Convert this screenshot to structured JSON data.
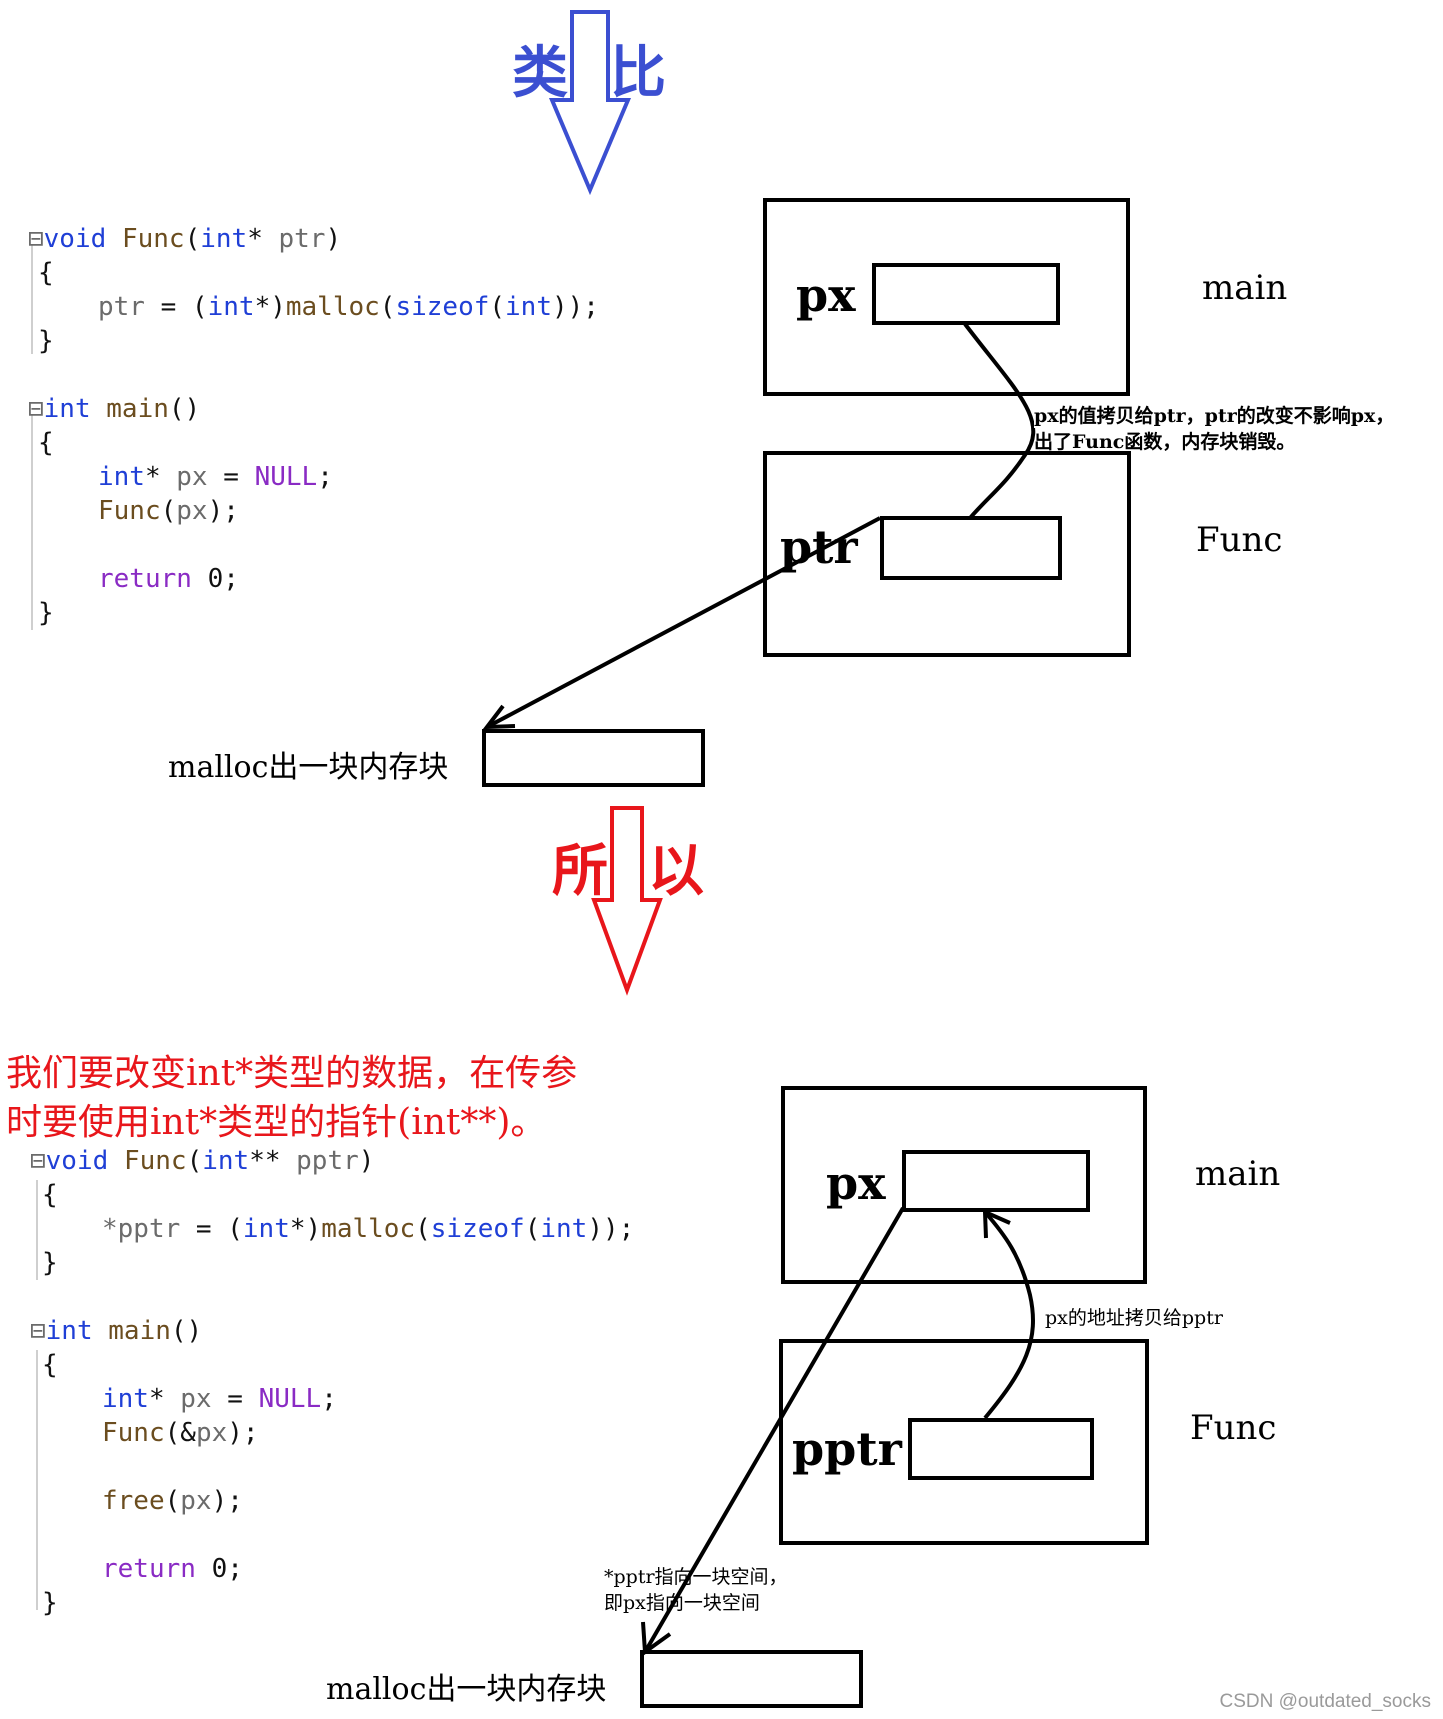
{
  "header": {
    "analogy_char_1": "类",
    "analogy_char_2": "比",
    "therefore_char_1": "所",
    "therefore_char_2": "以"
  },
  "colors": {
    "analogy": "#3b4fd1",
    "therefore": "#e8161b",
    "note": "#e8161b"
  },
  "top": {
    "code": {
      "l1": {
        "kw": "void",
        "fn": "Func",
        "p1": "(",
        "kw2": "int",
        "p2": "* ",
        "id": "ptr",
        "p3": ")"
      },
      "l2": "{",
      "l3": {
        "id": "ptr",
        "p1": " = (",
        "kw": "int",
        "p2": "*)",
        "fn": "malloc",
        "p3": "(",
        "kw2": "sizeof",
        "p4": "(",
        "kw3": "int",
        "p5": "));"
      },
      "l4": "}",
      "l5": {
        "kw": "int",
        "fn": "main",
        "p": "()"
      },
      "l6": "{",
      "l7": {
        "kw": "int",
        "p1": "* ",
        "id": "px",
        "p2": " = ",
        "nu": "NULL",
        "p3": ";"
      },
      "l8": {
        "fn": "Func",
        "p1": "(",
        "id": "px",
        "p2": ");"
      },
      "l9": {
        "ctl": "return",
        "p": " 0;"
      },
      "l10": "}"
    },
    "box_main_var": "px",
    "box_main_label": "main",
    "box_func_var": "ptr",
    "box_func_label": "Func",
    "note_line1": "px的值拷贝给ptr，ptr的改变不影响px，",
    "note_line2": "出了Func函数，内存块销毁。",
    "malloc_label": "malloc出一块内存块"
  },
  "bottom": {
    "explain_line1": "我们要改变int*类型的数据，在传参",
    "explain_line2": "时要使用int*类型的指针(int**)。",
    "code": {
      "l1": {
        "kw": "void",
        "fn": "Func",
        "p1": "(",
        "kw2": "int",
        "p2": "** ",
        "id": "pptr",
        "p3": ")"
      },
      "l2": "{",
      "l3": {
        "id": "*pptr",
        "p1": " = (",
        "kw": "int",
        "p2": "*)",
        "fn": "malloc",
        "p3": "(",
        "kw2": "sizeof",
        "p4": "(",
        "kw3": "int",
        "p5": "));"
      },
      "l4": "}",
      "l5": {
        "kw": "int",
        "fn": "main",
        "p": "()"
      },
      "l6": "{",
      "l7": {
        "kw": "int",
        "p1": "* ",
        "id": "px",
        "p2": " = ",
        "nu": "NULL",
        "p3": ";"
      },
      "l8": {
        "fn": "Func",
        "p1": "(&",
        "id": "px",
        "p2": ");"
      },
      "l9": {
        "fn": "free",
        "p1": "(",
        "id": "px",
        "p2": ");"
      },
      "l10": {
        "ctl": "return",
        "p": " 0;"
      },
      "l11": "}"
    },
    "box_main_var": "px",
    "box_main_label": "main",
    "box_func_var": "pptr",
    "box_func_label": "Func",
    "addr_note": "px的地址拷贝给pptr",
    "point_note_line1": "*pptr指向一块空间，",
    "point_note_line2": "即px指向一块空间",
    "malloc_label": "malloc出一块内存块"
  },
  "watermark": "CSDN @outdated_socks"
}
